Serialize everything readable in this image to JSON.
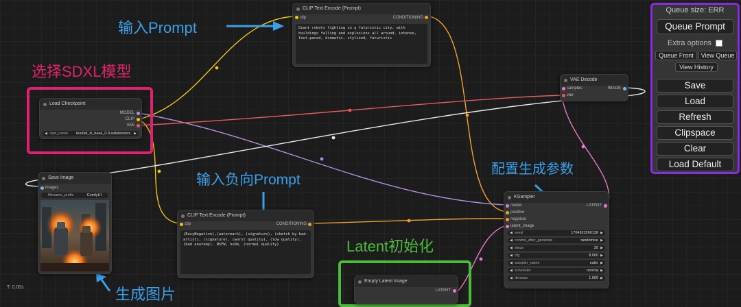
{
  "annotations": {
    "input_prompt": "输入Prompt",
    "select_model": "选择SDXL模型",
    "input_negative": "输入负向Prompt",
    "config_params": "配置生成参数",
    "latent_init": "Latent初始化",
    "generate_image": "生成图片"
  },
  "nodes": {
    "clip_pos": {
      "title": "CLIP Text Encode (Prompt)",
      "in_clip": "clip",
      "out_cond": "CONDITIONING",
      "text": "Giant robots fighting in a futuristic city, with buildings falling and explosions all around, intense, fast-paced, dramatic, stylized, futuristic"
    },
    "load_checkpoint": {
      "title": "Load Checkpoint",
      "out_model": "MODEL",
      "out_clip": "CLIP",
      "out_vae": "VAE",
      "ckpt_label": "ckpt_name",
      "ckpt_value": "test/sd_xl_base_0.9.safetensors"
    },
    "vae_decode": {
      "title": "VAE Decode",
      "in_samples": "samples",
      "in_vae": "vae",
      "out_image": "IMAGE"
    },
    "save_image": {
      "title": "Save Image",
      "in_images": "images",
      "prefix_label": "filename_prefix",
      "prefix_value": "ComfyUI"
    },
    "clip_neg": {
      "title": "CLIP Text Encode (Prompt)",
      "in_clip": "clip",
      "out_cond": "CONDITIONING",
      "text": "(EasyNegative),(watermark), (signature), (sketch by bad-artist), (signature), (worst quality), (low quality), (bad anatomy), NSFW, nude, (normal quality)"
    },
    "ksampler": {
      "title": "KSampler",
      "in_model": "model",
      "in_positive": "positive",
      "in_negative": "negative",
      "in_latent": "latent_image",
      "out_latent": "LATENT",
      "widgets": [
        {
          "label": "seed",
          "value": "1704923260138"
        },
        {
          "label": "control_after_generate",
          "value": "randomize"
        },
        {
          "label": "steps",
          "value": "20"
        },
        {
          "label": "cfg",
          "value": "8.000"
        },
        {
          "label": "sampler_name",
          "value": "euler"
        },
        {
          "label": "scheduler",
          "value": "normal"
        },
        {
          "label": "denoise",
          "value": "1.000"
        }
      ]
    },
    "empty_latent": {
      "title": "Empty Latent Image",
      "out_latent": "LATENT"
    }
  },
  "panel": {
    "queue_size": "Queue size: ERR",
    "queue_prompt": "Queue Prompt",
    "extra_options": "Extra options",
    "queue_front": "Queue Front",
    "view_queue": "View Queue",
    "view_history": "View History",
    "save": "Save",
    "load": "Load",
    "refresh": "Refresh",
    "clipspace": "Clipspace",
    "clear": "Clear",
    "load_default": "Load Default"
  },
  "status": {
    "timer": "T: 0.00s"
  },
  "colors": {
    "annotation_blue": "#3aa0ea",
    "checkpoint_box": "#e0226e",
    "latent_box": "#4cbb3a",
    "panel_border": "#8a2be2",
    "wire_clip": "#f2c40c",
    "wire_cond": "#f0a030",
    "wire_model": "#b18fdc",
    "wire_vae": "#e85a5a",
    "wire_latent": "#e87ad0",
    "wire_image": "#e8e8e8"
  }
}
